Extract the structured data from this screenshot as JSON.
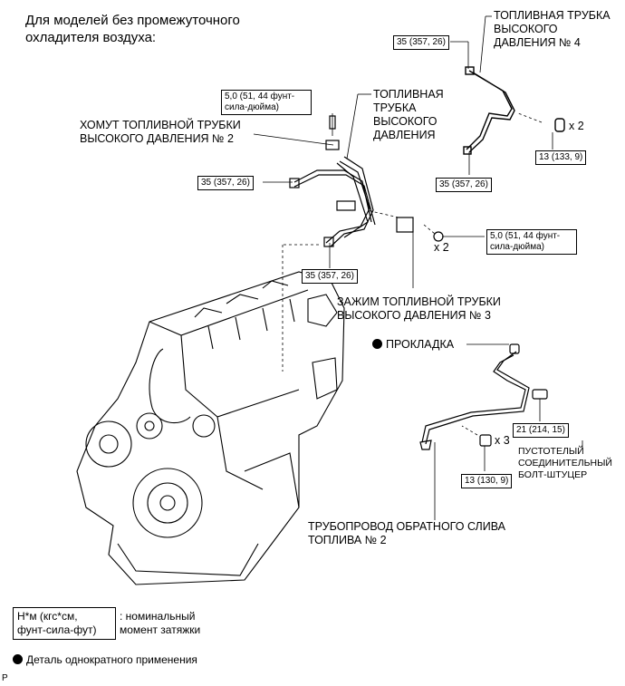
{
  "title_line1": "Для моделей без промежуточного",
  "title_line2": "охладителя воздуха:",
  "labels": {
    "tube4_l1": "ТОПЛИВНАЯ ТРУБКА",
    "tube4_l2": "ВЫСОКОГО",
    "tube4_l3": "ДАВЛЕНИЯ № 4",
    "tube_l1": "ТОПЛИВНАЯ",
    "tube_l2": "ТРУБКА",
    "tube_l3": "ВЫСОКОГО",
    "tube_l4": "ДАВЛЕНИЯ",
    "clamp2_l1": "ХОМУТ ТОПЛИВНОЙ ТРУБКИ",
    "clamp2_l2": "ВЫСОКОГО ДАВЛЕНИЯ № 2",
    "clamp3_l1": "ЗАЖИМ ТОПЛИВНОЙ ТРУБКИ",
    "clamp3_l2": "ВЫСОКОГО ДАВЛЕНИЯ № 3",
    "gasket": "ПРОКЛАДКА",
    "bolt_l1": "ПУСТОТЕЛЫЙ",
    "bolt_l2": "СОЕДИНИТЕЛЬНЫЙ",
    "bolt_l3": "БОЛТ-ШТУЦЕР",
    "return_l1": "ТРУБОПРОВОД ОБРАТНОГО СЛИВА",
    "return_l2": "ТОПЛИВА № 2"
  },
  "torques": {
    "t1": "35 (357, 26)",
    "t2a": "5,0 (51, 44 фунт-",
    "t2b": "сила-дюйма)",
    "t3": "35 (357, 26)",
    "t4": "13 (133, 9)",
    "t5": "35 (357, 26)",
    "t6a": "5,0 (51, 44 фунт-",
    "t6b": "сила-дюйма)",
    "t7": "35 (357, 26)",
    "t8": "21 (214, 15)",
    "t9": "13 (130, 9)"
  },
  "multipliers": {
    "m1": "x 2",
    "m2": "x 2",
    "m3": "x 3"
  },
  "legend": {
    "unit_l1": "Н*м (кгс*см,",
    "unit_l2": "фунт-сила-фут)",
    "desc_l1": ": номинальный",
    "desc_l2": "момент затяжки",
    "single_use": "Деталь однократного применения"
  },
  "corner_code": "P"
}
